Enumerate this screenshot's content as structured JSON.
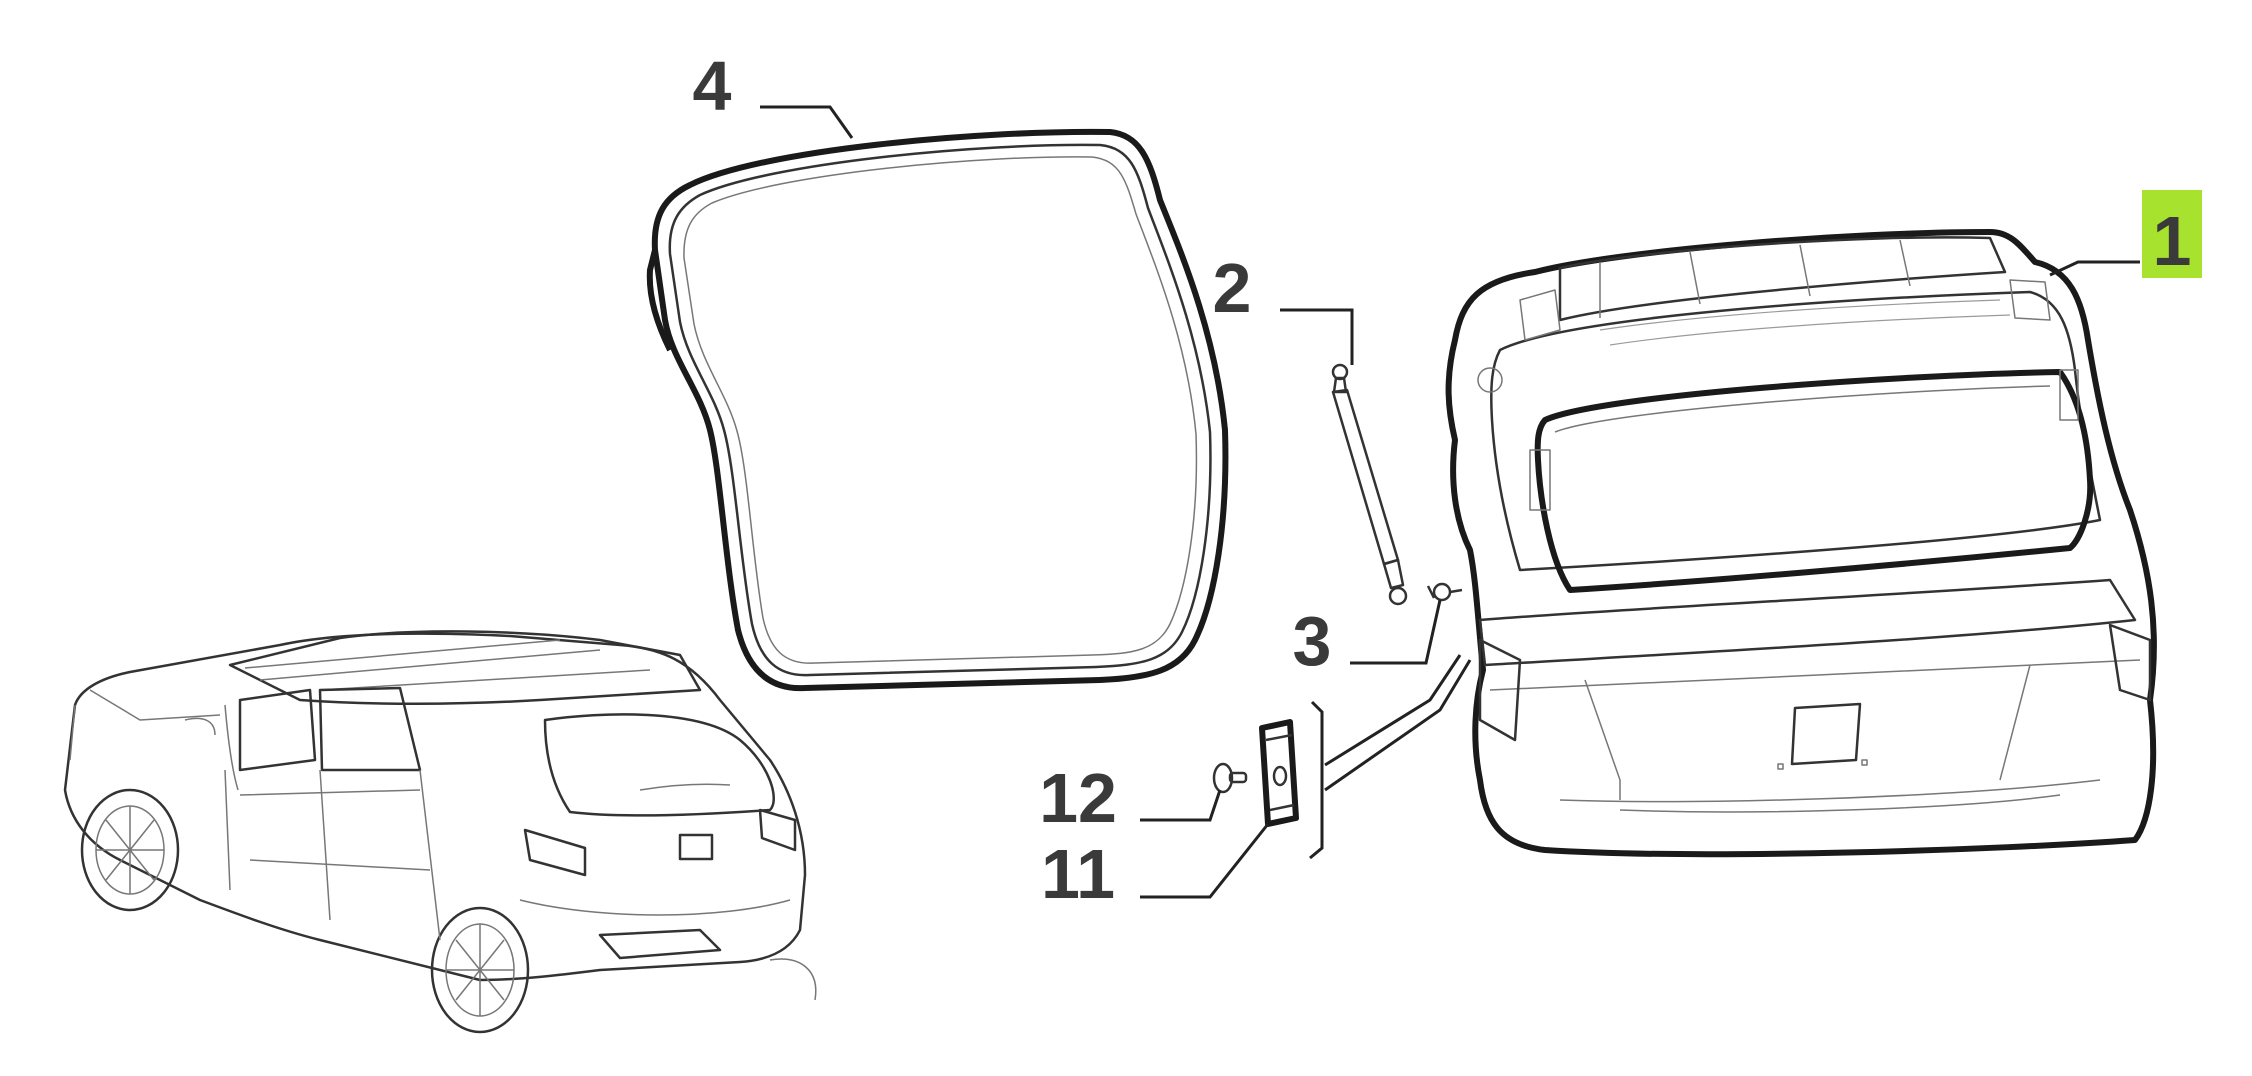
{
  "callouts": [
    {
      "id": "1",
      "label": "1",
      "highlighted": true
    },
    {
      "id": "2",
      "label": "2",
      "highlighted": false
    },
    {
      "id": "3",
      "label": "3",
      "highlighted": false
    },
    {
      "id": "4",
      "label": "4",
      "highlighted": false
    },
    {
      "id": "11",
      "label": "11",
      "highlighted": false
    },
    {
      "id": "12",
      "label": "12",
      "highlighted": false
    }
  ],
  "colors": {
    "highlight": "#a6e22e",
    "line": "#1a1a1a",
    "label": "#3a3a3a",
    "background": "#ffffff"
  }
}
